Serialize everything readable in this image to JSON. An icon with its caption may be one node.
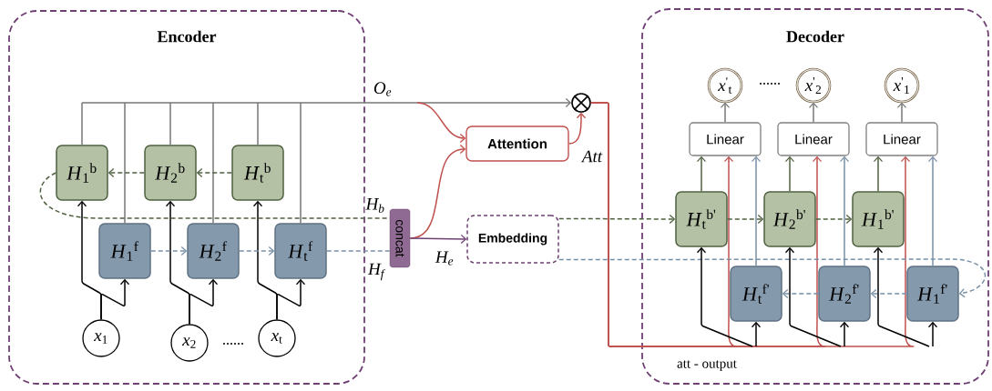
{
  "diagram": {
    "nodes": [
      {
        "text": [
          "Encoder"
        ]
      },
      {
        "text": [
          "*H*$_{1}$$^{b}$"
        ],
        "in": 0
      },
      {
        "text": [
          "*H*$_{2}$$^{b}$"
        ],
        "in": 0
      },
      {
        "text": [
          "*H*$_{t}$$^{b}$"
        ],
        "in": 0
      },
      {
        "text": [
          "*H*$_{1}$$^{f}$"
        ],
        "in": 0
      },
      {
        "text": [
          "*H*$_{2}$$^{f}$"
        ],
        "in": 0
      },
      {
        "text": [
          "*H*$_{t}$$^{f}$"
        ],
        "in": 0
      },
      {
        "text": [
          "*x*$_{1}$"
        ],
        "in": 0
      },
      {
        "text": [
          "*x*$_{2}$"
        ],
        "in": 0
      },
      {
        "text": [
          "*x*$_{t}$"
        ],
        "in": 0
      },
      {
        "text": [
          "concat"
        ]
      },
      {
        "text": [
          "Attention"
        ]
      },
      {
        "text": [
          "Embedding"
        ]
      },
      {
        "text": [],
        "shape": "circle"
      },
      {
        "text": [
          "Decoder"
        ]
      },
      {
        "text": [
          "*x*$^{'}$$_{t}$"
        ],
        "in": 14
      },
      {
        "text": [
          "*x*$^{'}$$_{2}$"
        ],
        "in": 14
      },
      {
        "text": [
          "*x*$^{'}$$_{1}$"
        ],
        "in": 14
      },
      {
        "text": [
          "Linear"
        ],
        "in": 14
      },
      {
        "text": [
          "Linear"
        ],
        "in": 14
      },
      {
        "text": [
          "Linear"
        ],
        "in": 14
      },
      {
        "text": [
          "*H*$_{t}$$^{b'}$"
        ],
        "in": 14
      },
      {
        "text": [
          "*H*$_{2}$$^{b'}$"
        ],
        "in": 14
      },
      {
        "text": [
          "*H*$_{1}$$^{b'}$"
        ],
        "in": 14
      },
      {
        "text": [
          "*H*$_{t}$$^{f'}$"
        ],
        "in": 14
      },
      {
        "text": [
          "*H*$_{2}$$^{f'}$"
        ],
        "in": 14
      },
      {
        "text": [
          "*H*$_{1}$$^{f'}$"
        ],
        "in": 14
      }
    ],
    "edges": [
      {
        "from": 7,
        "to": 1,
        "arrow": "to"
      },
      {
        "from": 7,
        "to": 4,
        "arrow": "to"
      },
      {
        "from": 8,
        "to": 2,
        "arrow": "to"
      },
      {
        "from": 8,
        "to": 5,
        "arrow": "to"
      },
      {
        "from": 9,
        "to": 3,
        "arrow": "to"
      },
      {
        "from": 9,
        "to": 6,
        "arrow": "to"
      },
      {
        "from": 3,
        "to": 2,
        "arrow": "to",
        "style": "dashed",
        "color": "#4f6140"
      },
      {
        "from": 2,
        "to": 1,
        "arrow": "to",
        "style": "dashed",
        "color": "#4f6140"
      },
      {
        "from": 4,
        "to": 5,
        "arrow": "to",
        "style": "dashed",
        "color": "#7890a6"
      },
      {
        "from": 5,
        "to": 6,
        "arrow": "to",
        "style": "dashed",
        "color": "#7890a6"
      },
      {
        "from": 1,
        "to": 13,
        "arrow": "to",
        "color": "#777777"
      },
      {
        "from": 4,
        "to": 13,
        "arrow": "to",
        "color": "#777777"
      },
      {
        "from": 2,
        "to": 13,
        "arrow": "to",
        "color": "#777777"
      },
      {
        "from": 5,
        "to": 13,
        "arrow": "to",
        "color": "#777777"
      },
      {
        "from": 3,
        "to": 13,
        "arrow": "to",
        "color": "#777777"
      },
      {
        "from": 6,
        "to": 13,
        "arrow": "to",
        "color": "#777777",
        "label": "O$_{e}$"
      },
      {
        "from": 1,
        "to": 10,
        "arrow": "none",
        "style": "dashed",
        "color": "#4f6140",
        "label": "H$_{b}$"
      },
      {
        "from": 6,
        "to": 10,
        "arrow": "none",
        "style": "dashed",
        "color": "#7890a6",
        "label": "H$_{f}$"
      },
      {
        "from": null,
        "to": 11,
        "arrow": "to",
        "color": "#c0504d"
      },
      {
        "from": 10,
        "to": 11,
        "arrow": "to",
        "color": "#c0504d"
      },
      {
        "from": 10,
        "to": 12,
        "arrow": "to",
        "color": "#6f3f74",
        "label": "H$_{e}$"
      },
      {
        "from": 11,
        "to": 13,
        "arrow": "to",
        "color": "#c0504d",
        "label": "Att"
      },
      {
        "from": 13,
        "to": 18,
        "arrow": "to",
        "color": "#c0504d"
      },
      {
        "from": 13,
        "to": 19,
        "arrow": "to",
        "color": "#c0504d"
      },
      {
        "from": 13,
        "to": 20,
        "arrow": "to",
        "color": "#c0504d"
      },
      {
        "from": 12,
        "to": 21,
        "arrow": "to",
        "style": "dashed",
        "color": "#4f6140"
      },
      {
        "from": 12,
        "to": 26,
        "arrow": "to",
        "style": "dashed",
        "color": "#7890a6"
      },
      {
        "from": 21,
        "to": 22,
        "arrow": "to",
        "style": "dashed",
        "color": "#4f6140"
      },
      {
        "from": 22,
        "to": 23,
        "arrow": "to",
        "style": "dashed",
        "color": "#4f6140"
      },
      {
        "from": 26,
        "to": 25,
        "arrow": "to",
        "style": "dashed",
        "color": "#7890a6"
      },
      {
        "from": 25,
        "to": 24,
        "arrow": "to",
        "style": "dashed",
        "color": "#7890a6"
      },
      {
        "from": 21,
        "to": 18,
        "arrow": "to",
        "color": "#4f6140"
      },
      {
        "from": 22,
        "to": 19,
        "arrow": "to",
        "color": "#4f6140"
      },
      {
        "from": 23,
        "to": 20,
        "arrow": "to",
        "color": "#4f6140"
      },
      {
        "from": 24,
        "to": 18,
        "arrow": "to",
        "color": "#7890a6"
      },
      {
        "from": 25,
        "to": 19,
        "arrow": "to",
        "color": "#7890a6"
      },
      {
        "from": 26,
        "to": 20,
        "arrow": "to",
        "color": "#7890a6"
      },
      {
        "from": 18,
        "to": 15,
        "arrow": "to",
        "color": "#777777"
      },
      {
        "from": 19,
        "to": 16,
        "arrow": "to",
        "color": "#777777"
      },
      {
        "from": 20,
        "to": 17,
        "arrow": "to",
        "color": "#777777"
      },
      {
        "from": null,
        "to": 21,
        "arrow": "to"
      },
      {
        "from": null,
        "to": 24,
        "arrow": "to"
      },
      {
        "from": null,
        "to": 22,
        "arrow": "to"
      },
      {
        "from": null,
        "to": 25,
        "arrow": "to"
      },
      {
        "from": null,
        "to": 23,
        "arrow": "to"
      },
      {
        "from": null,
        "to": 26,
        "arrow": "to"
      }
    ],
    "labels": [
      "......",
      "......",
      "att - output"
    ]
  }
}
